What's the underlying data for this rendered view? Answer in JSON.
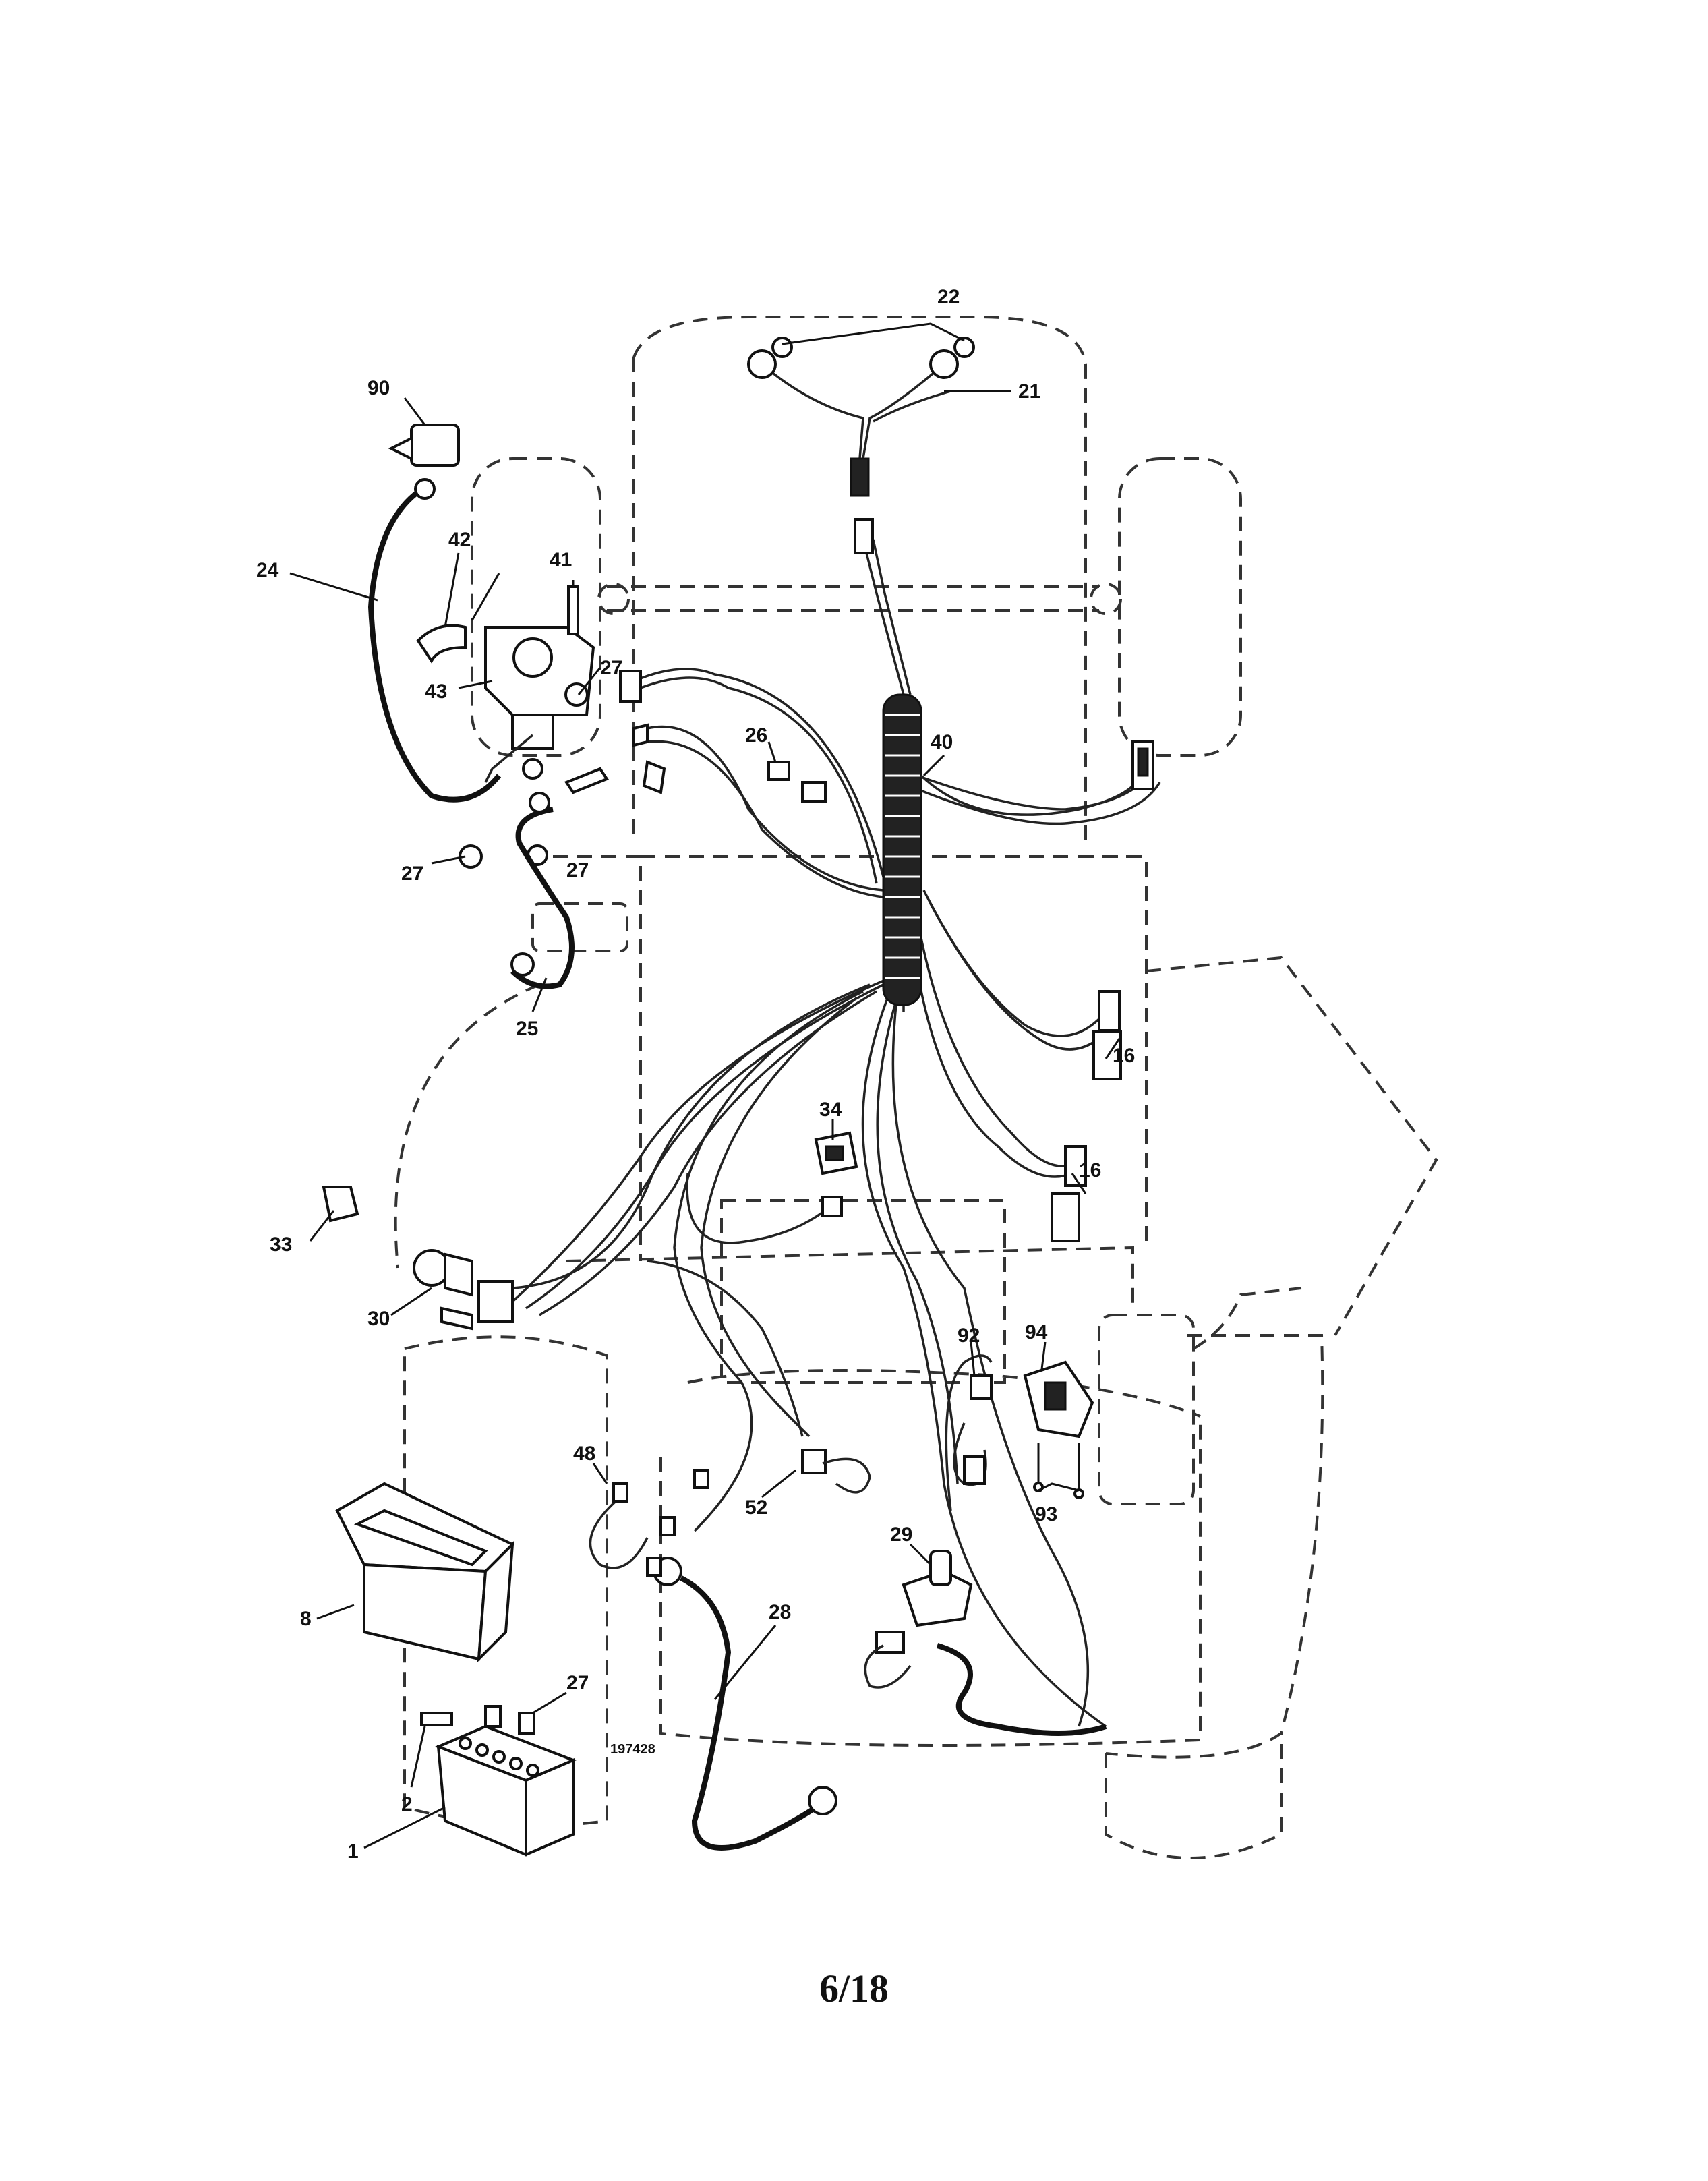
{
  "diagram": {
    "figure_code": "197428",
    "callouts": {
      "c1": "1",
      "c2": "2",
      "c8": "8",
      "c16a": "16",
      "c16b": "16",
      "c21": "21",
      "c22": "22",
      "c24": "24",
      "c25": "25",
      "c26": "26",
      "c27a": "27",
      "c27b": "27",
      "c27c": "27",
      "c27d": "27",
      "c28": "28",
      "c29": "29",
      "c30": "30",
      "c33": "33",
      "c34": "34",
      "c40": "40",
      "c41": "41",
      "c42": "42",
      "c43": "43",
      "c48": "48",
      "c52": "52",
      "c90": "90",
      "c92": "92",
      "c93": "93",
      "c94": "94"
    }
  },
  "page": {
    "number": "6/18"
  }
}
